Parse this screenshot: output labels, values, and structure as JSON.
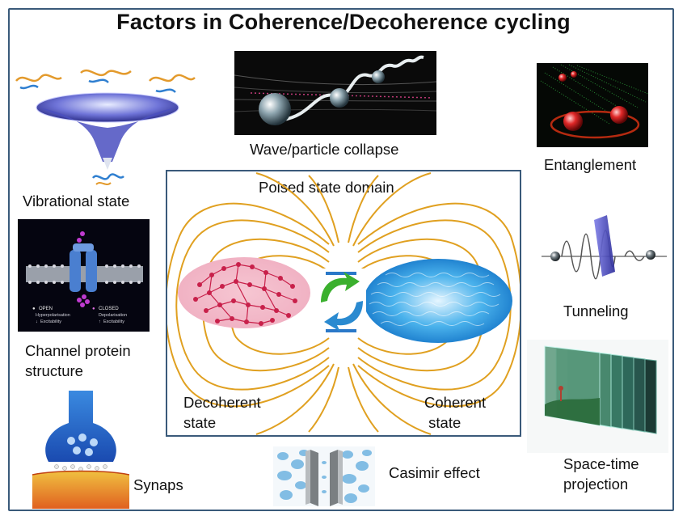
{
  "title": "Factors in Coherence/Decoherence cycling",
  "center": {
    "header": "Poised state domain",
    "left_label": "Decoherent\nstate",
    "right_label": "Coherent\n state"
  },
  "factors": {
    "vibrational": "Vibrational state",
    "wave_particle": "Wave/particle collapse",
    "entanglement": "Entanglement",
    "channel": "Channel protein\nstructure",
    "tunneling": "Tunneling",
    "spacetime": "Space-time\nprojection",
    "synaps": "Synaps",
    "casimir": "Casimir effect"
  },
  "channel_figure": {
    "open_label": "OPEN",
    "open_sub": "Hyperpolarisation",
    "open_effect": "Excitability",
    "closed_label": "CLOSED",
    "closed_sub": "Depolarisation",
    "closed_effect": "Excitability"
  },
  "colors": {
    "frame": "#3a5a7a",
    "field_lines": "#e0a020",
    "decoherent_fill": "#f2b8c8",
    "coherent_fill": "#2f9fe0"
  }
}
